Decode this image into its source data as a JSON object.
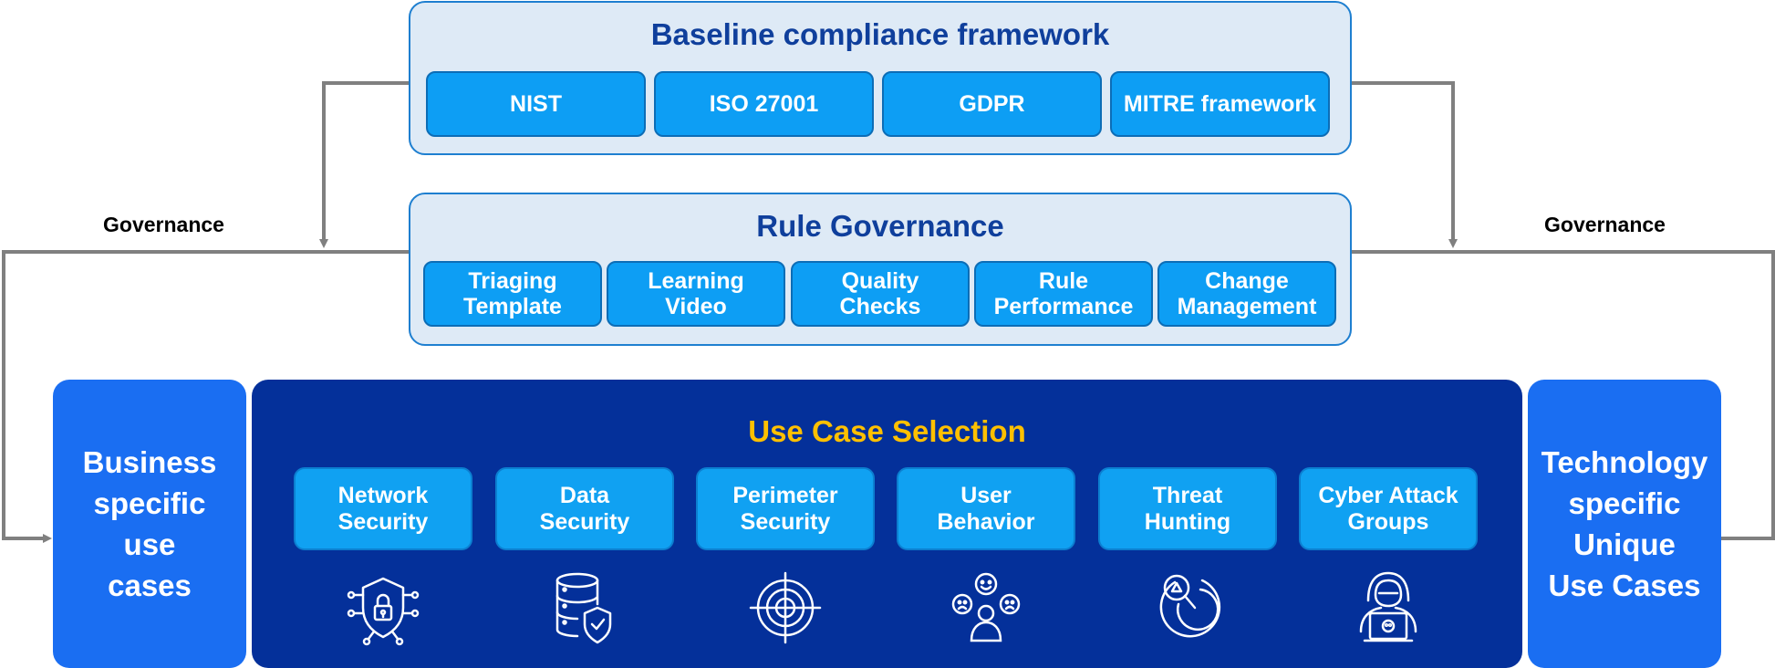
{
  "baseline": {
    "title": "Baseline compliance framework",
    "items": [
      "NIST",
      "ISO 27001",
      "GDPR",
      "MITRE framework"
    ]
  },
  "rule_governance": {
    "title": "Rule Governance",
    "items": [
      "Triaging\nTemplate",
      "Learning\nVideo",
      "Quality\nChecks",
      "Rule\nPerformance",
      "Change\nManagement"
    ]
  },
  "governance_left": "Governance",
  "governance_right": "Governance",
  "business_box": "Business\nspecific\nuse\ncases",
  "technology_box": "Technology\nspecific\nUnique\nUse Cases",
  "use_case_selection": {
    "title": "Use Case Selection",
    "items": [
      {
        "label": "Network\nSecurity",
        "icon": "network-security-icon"
      },
      {
        "label": "Data\nSecurity",
        "icon": "database-shield-icon"
      },
      {
        "label": "Perimeter\nSecurity",
        "icon": "target-icon"
      },
      {
        "label": "User\nBehavior",
        "icon": "user-emotions-icon"
      },
      {
        "label": "Threat\nHunting",
        "icon": "threat-radar-icon"
      },
      {
        "label": "Cyber Attack\nGroups",
        "icon": "hacker-icon"
      }
    ]
  },
  "colors": {
    "panel_bg": "#deeaf6",
    "chip": "#0d9ef4",
    "main_bg": "#04309a",
    "side_box": "#1a6ef2",
    "title_blue": "#0f3f9c",
    "accent_yellow": "#ffc000",
    "connector": "#808080"
  }
}
